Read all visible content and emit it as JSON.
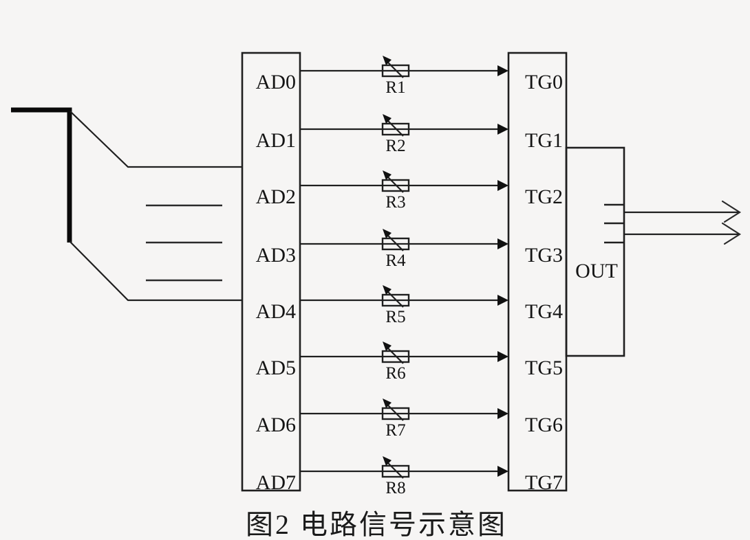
{
  "figure": {
    "caption": "图2 电路信号示意图"
  },
  "colors": {
    "background": "#f6f5f4",
    "line": "#1f1f1f",
    "text": "#141414"
  },
  "diagram": {
    "left_block": {
      "pins": [
        "AD0",
        "AD1",
        "AD2",
        "AD3",
        "AD4",
        "AD5",
        "AD6",
        "AD7"
      ]
    },
    "right_block": {
      "pins": [
        "TG0",
        "TG1",
        "TG2",
        "TG3",
        "TG4",
        "TG5",
        "TG6",
        "TG7"
      ]
    },
    "resistors": [
      "R1",
      "R2",
      "R3",
      "R4",
      "R5",
      "R6",
      "R7",
      "R8"
    ],
    "output_label": "OUT",
    "output_arrow_count": 2,
    "bus_dash_count": 3
  }
}
